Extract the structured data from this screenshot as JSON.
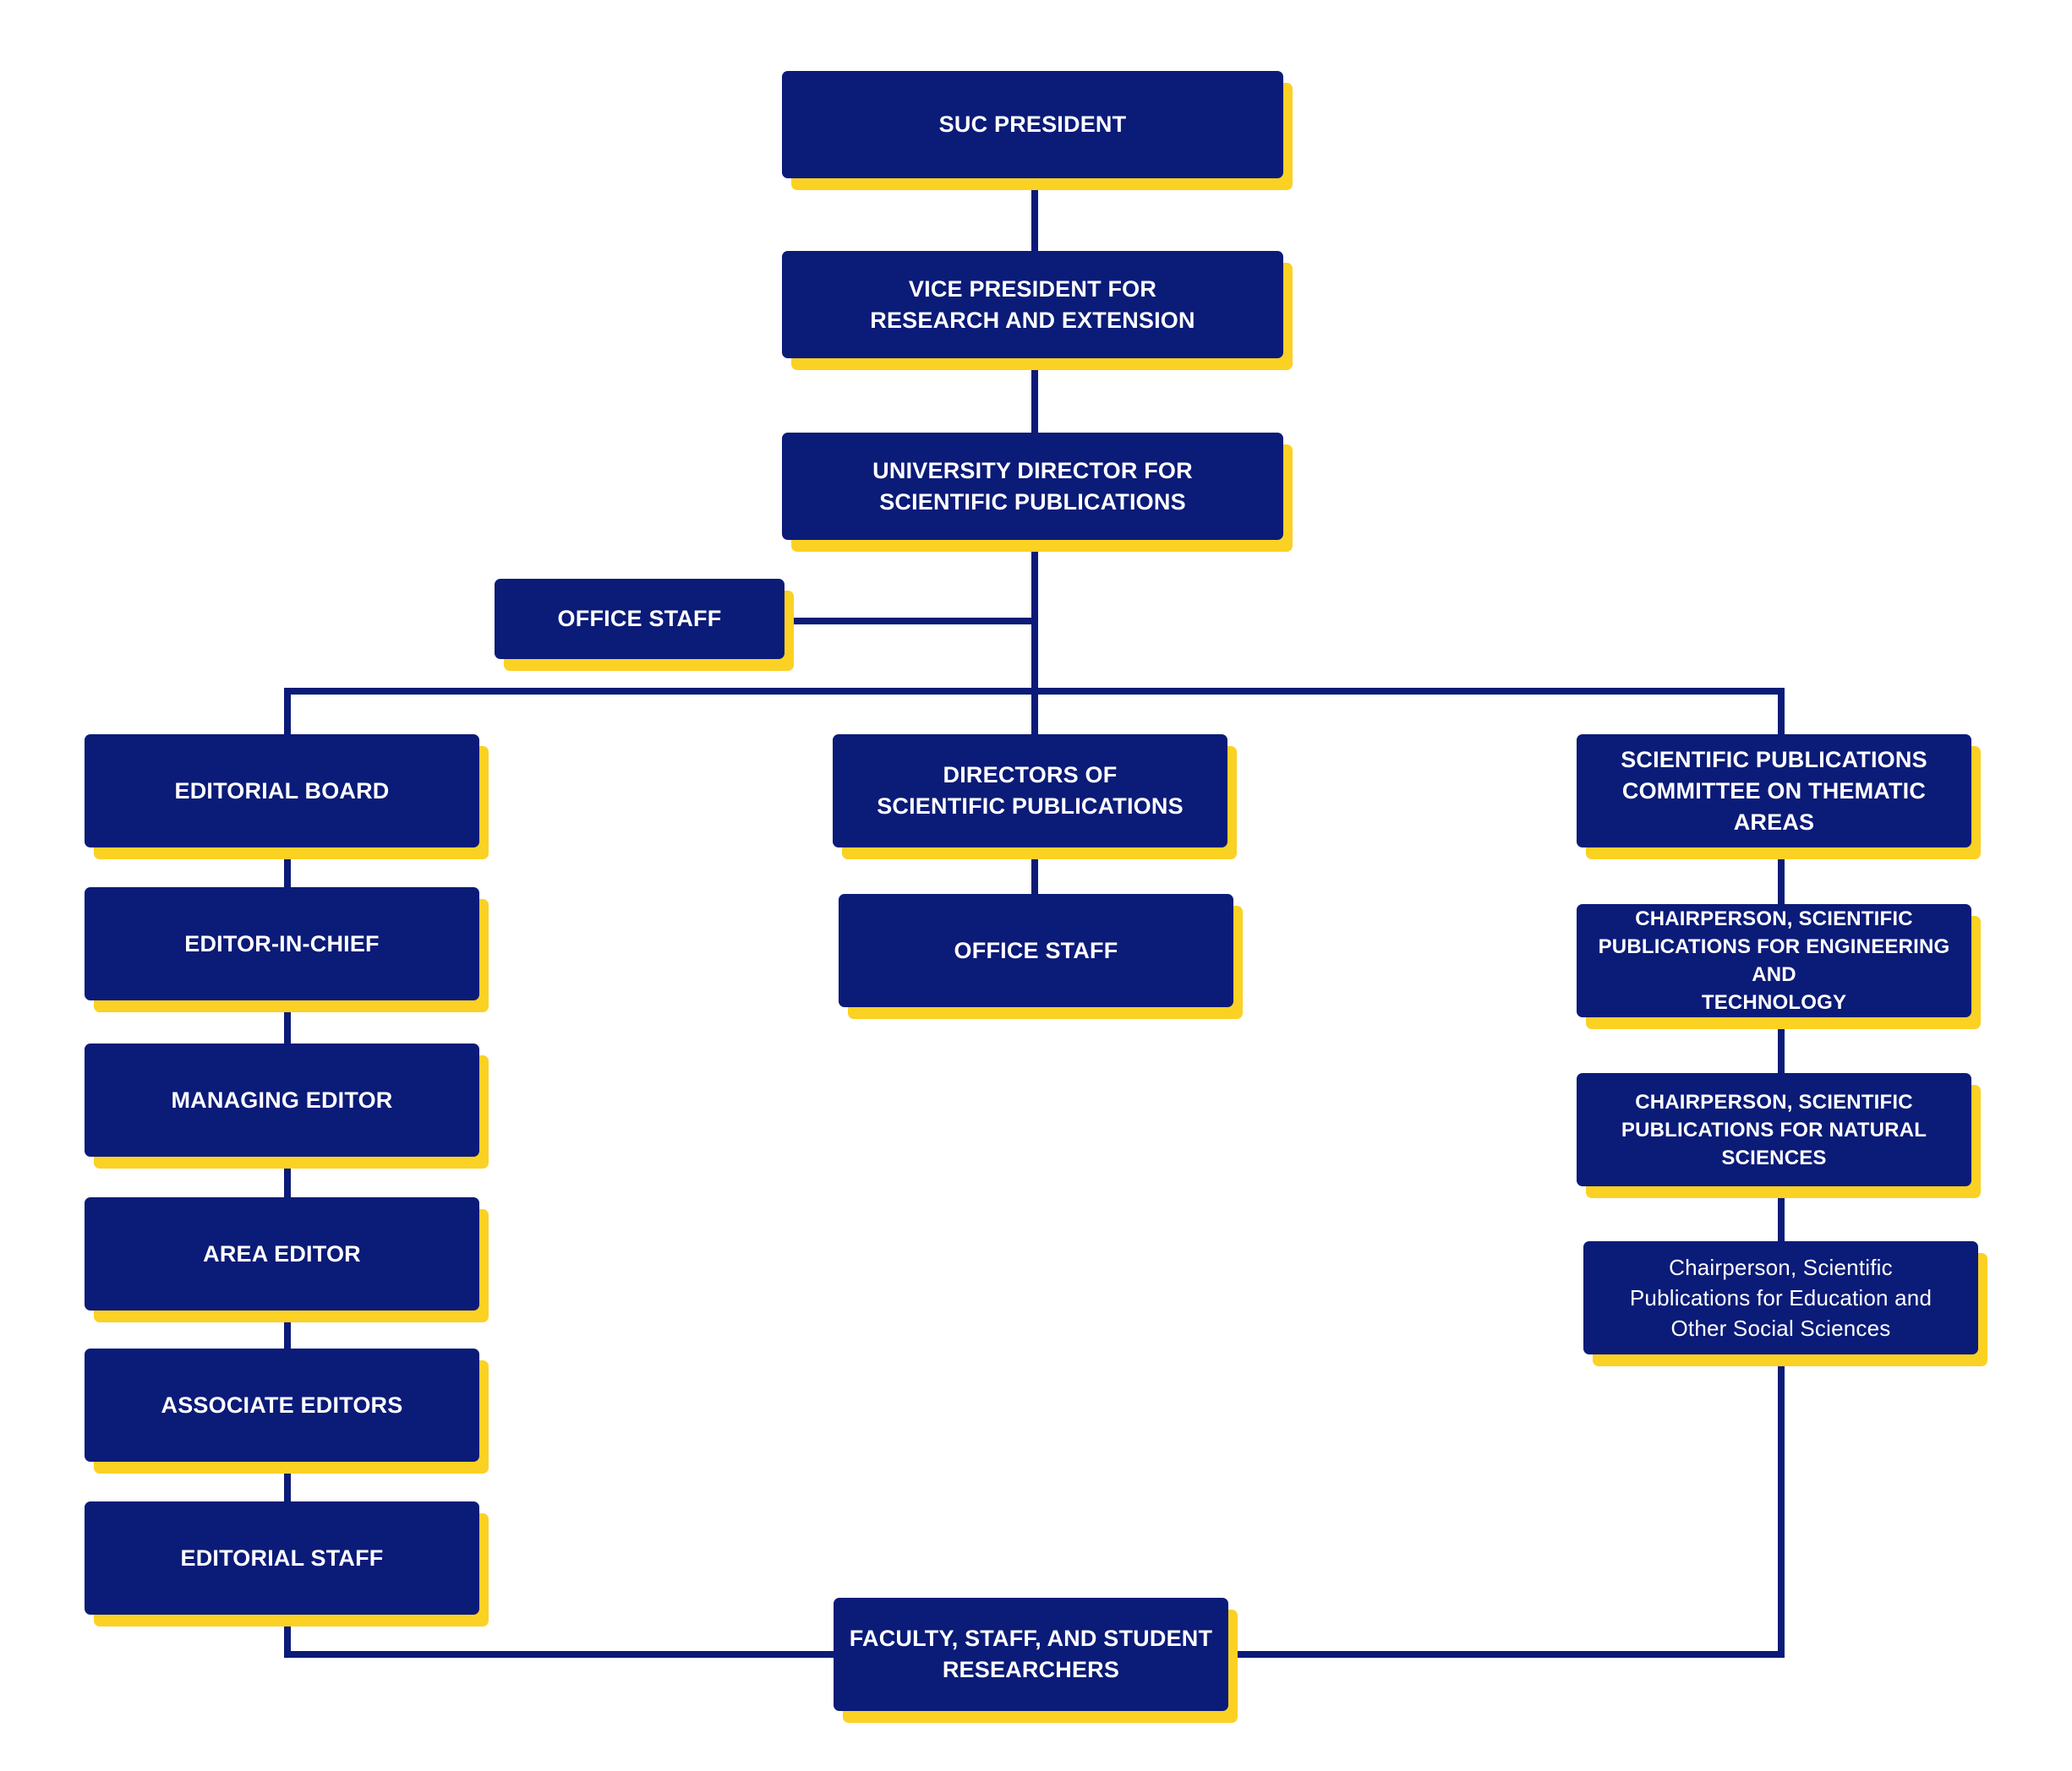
{
  "colors": {
    "box_fill": "#0b1b78",
    "box_shadow": "#fbd124",
    "connector": "#0b1b78",
    "text": "#ffffff",
    "background": "#ffffff"
  },
  "nodes": {
    "president": "SUC PRESIDENT",
    "vice_president": "VICE PRESIDENT FOR\nRESEARCH AND EXTENSION",
    "university_director": "UNIVERSITY DIRECTOR FOR\nSCIENTIFIC PUBLICATIONS",
    "office_staff_top": "OFFICE STAFF",
    "editorial_board": "EDITORIAL BOARD",
    "editor_in_chief": "EDITOR-IN-CHIEF",
    "managing_editor": "MANAGING EDITOR",
    "area_editor": "AREA EDITOR",
    "associate_editors": "ASSOCIATE EDITORS",
    "editorial_staff": "EDITORIAL STAFF",
    "directors": "DIRECTORS OF\nSCIENTIFIC PUBLICATIONS",
    "office_staff_directors": "OFFICE STAFF",
    "committee": "SCIENTIFIC PUBLICATIONS\nCOMMITTEE ON THEMATIC AREAS",
    "chair_engineering": "CHAIRPERSON, SCIENTIFIC\nPUBLICATIONS FOR ENGINEERING AND\nTECHNOLOGY",
    "chair_natural": "CHAIRPERSON, SCIENTIFIC\nPUBLICATIONS FOR NATURAL SCIENCES",
    "chair_education": "Chairperson, Scientific\nPublications for Education and\nOther Social Sciences",
    "researchers": "FACULTY, STAFF, AND STUDENT\nRESEARCHERS"
  }
}
